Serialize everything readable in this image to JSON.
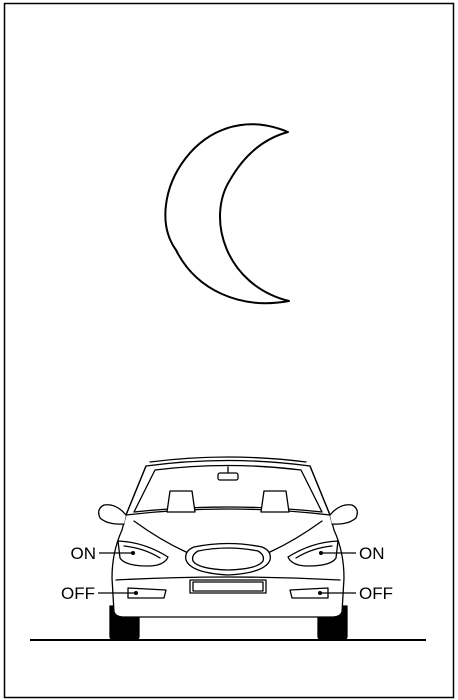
{
  "figure": {
    "scene": "night",
    "icons": [
      "crescent-moon-icon",
      "car-front-icon"
    ],
    "colors": {
      "line": "#000000",
      "background": "#ffffff",
      "tire": "#000000"
    }
  },
  "labels": {
    "headlight_left": "ON",
    "headlight_right": "ON",
    "foglight_left": "OFF",
    "foglight_right": "OFF"
  },
  "states": {
    "headlights": "ON",
    "fog_lights": "OFF"
  }
}
